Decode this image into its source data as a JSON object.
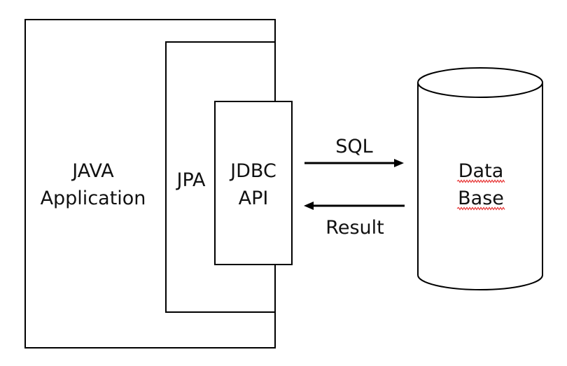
{
  "java_app": {
    "line1": "JAVA",
    "line2": "Application"
  },
  "jpa": {
    "label": "JPA"
  },
  "jdbc": {
    "line1": "JDBC",
    "line2": "API"
  },
  "database": {
    "line1": "Data",
    "line2": "Base",
    "spellcheck_color": "#e83b3b"
  },
  "arrows": {
    "request_label": "SQL",
    "response_label": "Result"
  }
}
